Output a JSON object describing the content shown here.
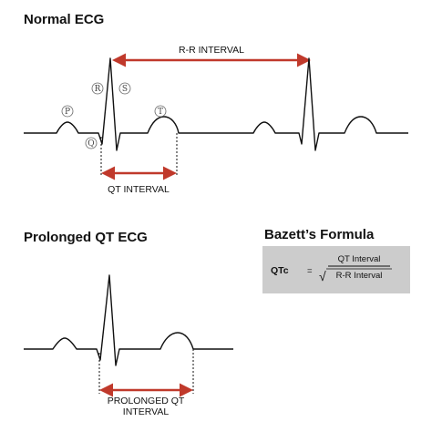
{
  "normal": {
    "title": "Normal ECG",
    "rr_label": "R-R INTERVAL",
    "qt_label": "QT INTERVAL",
    "wave_labels": {
      "p": "P",
      "q": "Q",
      "r": "R",
      "s": "S",
      "t": "T"
    }
  },
  "prolonged": {
    "title": "Prolonged QT ECG",
    "qt_label_line1": "PROLONGED QT",
    "qt_label_line2": "INTERVAL"
  },
  "formula": {
    "title": "Bazett’s Formula",
    "lhs": "QTc",
    "equals": "=",
    "numerator": "QT Interval",
    "denominator": "R-R Interval",
    "radical": "√"
  },
  "colors": {
    "trace": "#111111",
    "arrow": "#c0392b",
    "formula_box": "#cccccc",
    "circle_stroke": "#666666"
  }
}
